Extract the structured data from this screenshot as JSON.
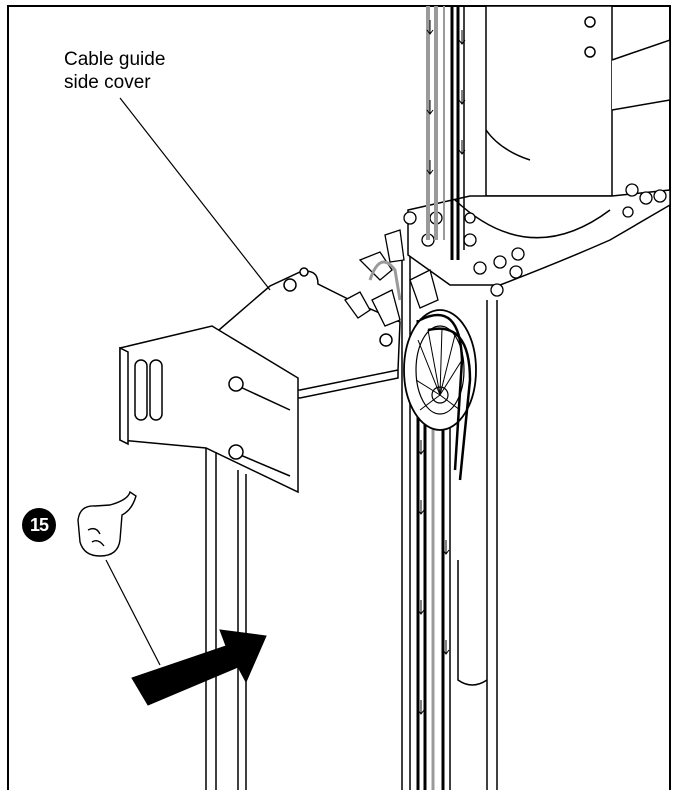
{
  "callout": {
    "line1": "Cable guide",
    "line2": "side cover"
  },
  "step": {
    "number": "15"
  },
  "colors": {
    "ink": "#000000",
    "paper": "#ffffff",
    "cable_gray": "#9a9a9a",
    "arrow": "#000000"
  }
}
